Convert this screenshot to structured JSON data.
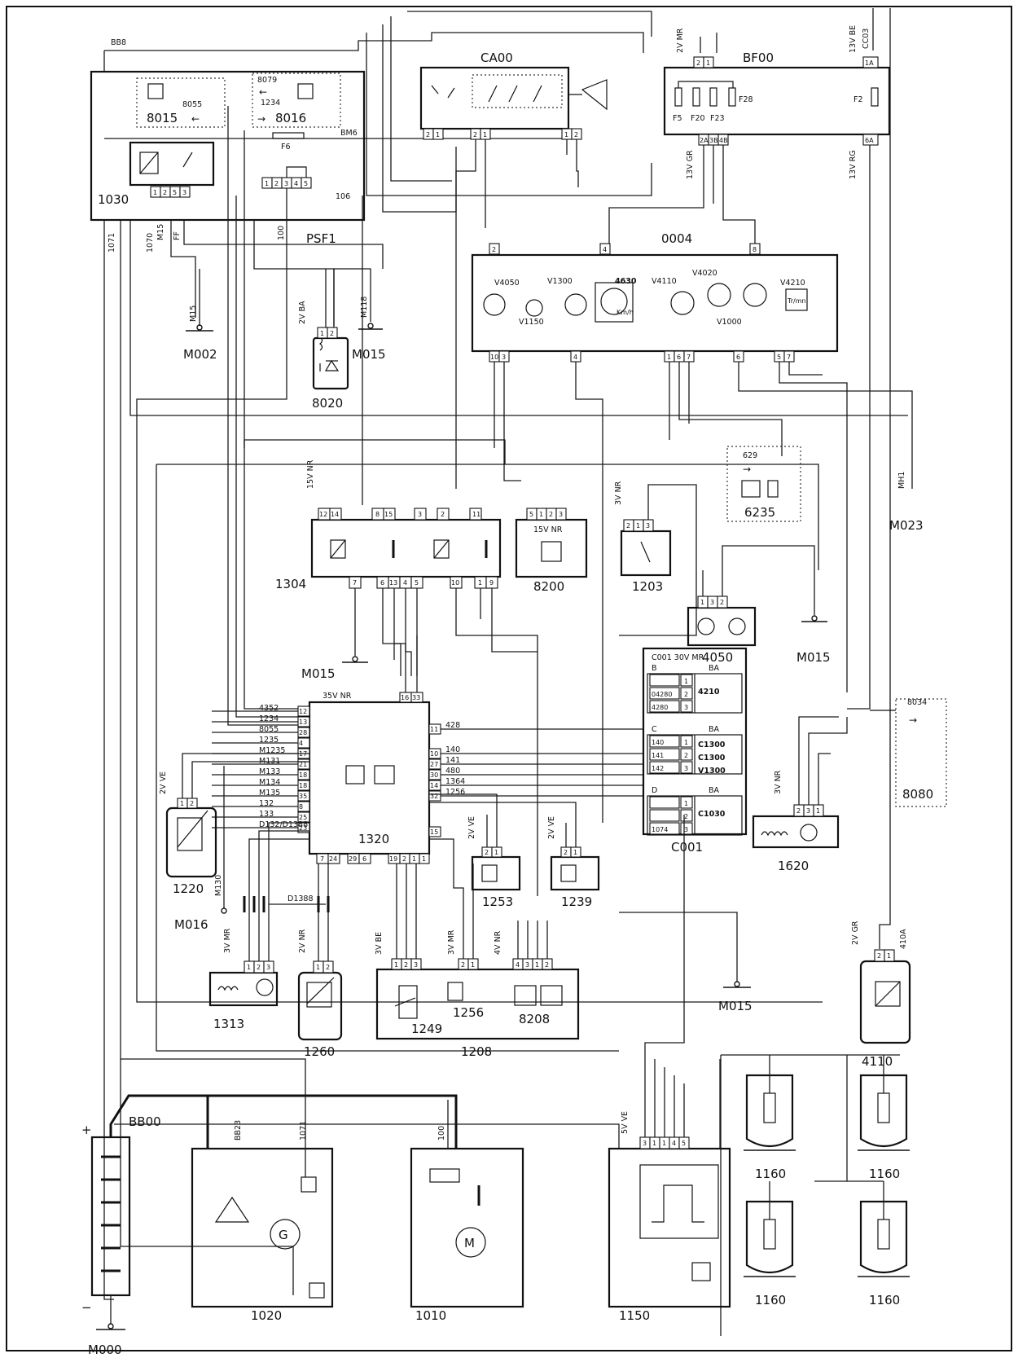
{
  "modules": {
    "psf1": {
      "id": "PSF1",
      "relay_main": "1030",
      "relay_a": "8015",
      "relay_a_code": "8055",
      "relay_b": "8016",
      "relay_b_code": "8079",
      "relay_b_sub": "1234",
      "fuse": "F6",
      "bus": "BM6",
      "wire_106": "106"
    },
    "ca00": {
      "id": "CA00"
    },
    "bf00": {
      "id": "BF00",
      "fuses": [
        "F5",
        "F20",
        "F23",
        "F28",
        "F2"
      ],
      "conn_left": "2V MR",
      "conn_right": "13V BE",
      "conn_right_code": "CC03",
      "conn_bottom_left": "13V GR",
      "conn_bottom_right": "13V RG"
    },
    "i0004": {
      "id": "0004",
      "parts": [
        "V4050",
        "V1300",
        "4630",
        "V4110",
        "V4020",
        "V4210",
        "V1150",
        "V1000"
      ],
      "kmh": "Km/h",
      "trmn": "Tr/mn"
    },
    "c1304": {
      "id": "1304",
      "conn": "15V NR"
    },
    "c8200": {
      "id": "8200",
      "conn": "15V NR"
    },
    "c1203": {
      "id": "1203",
      "conn": "3V NR"
    },
    "c6235": {
      "id": "6235",
      "code": "629"
    },
    "c4050": {
      "id": "4050"
    },
    "c1320": {
      "id": "1320",
      "conn": "35V NR"
    },
    "c001": {
      "id": "C001",
      "header": "C001  30V MR",
      "sections": [
        {
          "letter": "B",
          "color": "BA",
          "rows": [
            [
              "",
              "1"
            ],
            [
              "04280",
              "2"
            ],
            [
              "4280",
              "3"
            ]
          ],
          "name": "4210"
        },
        {
          "letter": "C",
          "color": "BA",
          "rows": [
            [
              "140",
              "1"
            ],
            [
              "141",
              "2"
            ],
            [
              "142",
              "3"
            ]
          ],
          "name": "C1300 C1300 V1300"
        },
        {
          "letter": "D",
          "color": "BA",
          "rows": [
            [
              "",
              "1"
            ],
            [
              "",
              "2"
            ],
            [
              "1074",
              "3"
            ]
          ],
          "name": "C1030"
        }
      ]
    },
    "c8080": {
      "id": "8080",
      "code": "8034"
    },
    "c1620": {
      "id": "1620",
      "conn": "3V NR"
    },
    "c1220": {
      "id": "1220",
      "conn": "2V VE"
    },
    "c1253": {
      "id": "1253",
      "conn": "2V VE"
    },
    "c1239": {
      "id": "1239",
      "conn": "2V VE"
    },
    "c1313": {
      "id": "1313",
      "conn": "3V MR"
    },
    "c1260": {
      "id": "1260",
      "conn": "2V NR"
    },
    "c1208": {
      "id": "1208",
      "sub": [
        "1249",
        "1256",
        "8208"
      ],
      "conn_a": "3V BE",
      "conn_b": "3V MR",
      "conn_c": "4V NR"
    },
    "c4110": {
      "id": "4110",
      "conn": "2V GR",
      "wire": "410A"
    },
    "c8020": {
      "id": "8020",
      "conn": "2V BA"
    },
    "c1160": {
      "id": "1160"
    },
    "bb00": {
      "id": "BB00",
      "plus": "+",
      "minus": "−"
    },
    "c1020": {
      "id": "1020",
      "wire": "BB23"
    },
    "c1010": {
      "id": "1010"
    },
    "c1150": {
      "id": "1150",
      "conn": "5V VE"
    }
  },
  "grounds": [
    "M002",
    "M015",
    "M000",
    "M016",
    "M023"
  ],
  "wires": {
    "top": "BB8",
    "psf_left": [
      "1071",
      "1070",
      "M15",
      "FF"
    ],
    "psf_mid": [
      "100"
    ],
    "m15": "M15",
    "m118": "M118",
    "mh1": "MH1",
    "m130": "M130",
    "d1388": "D1388",
    "d132": "D132/D1388"
  },
  "pins_1320_left": [
    "4352",
    "1234",
    "8055",
    "1235",
    "M1235",
    "M131",
    "M133",
    "M134",
    "M135",
    "132",
    "133",
    "D132/D1388"
  ],
  "pins_1320_left_nums": [
    "12",
    "13",
    "28",
    "4",
    "17",
    "21",
    "18",
    "18",
    "35",
    "8",
    "25",
    "23"
  ],
  "pins_1320_right": [
    "428",
    "140",
    "141",
    "480",
    "1364",
    "1256"
  ],
  "pins_1320_right_nums": [
    "11",
    "10",
    "27",
    "30",
    "14",
    "32"
  ],
  "colors": {
    "ink": "#111111",
    "paper": "#ffffff",
    "dotted": "#333333"
  }
}
